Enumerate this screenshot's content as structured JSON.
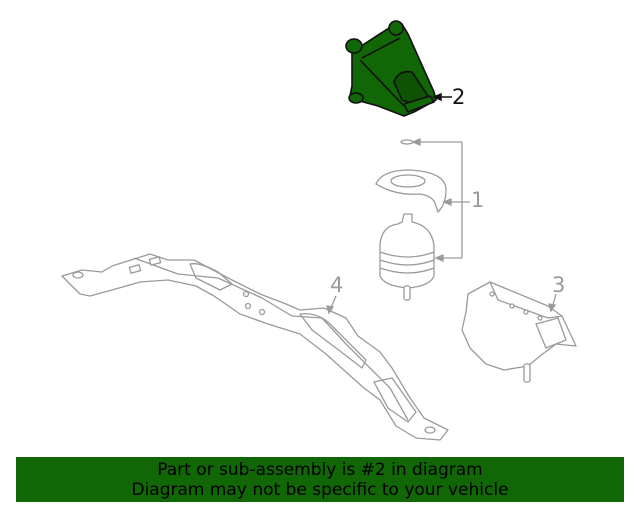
{
  "diagram": {
    "highlight_color": "#116605",
    "line_color": "#9a9a9a",
    "parts": [
      {
        "number": "1",
        "name": "engine-mount-assembly",
        "highlighted": false
      },
      {
        "number": "2",
        "name": "engine-mount-bracket",
        "highlighted": true
      },
      {
        "number": "3",
        "name": "transmission-mount",
        "highlighted": false
      },
      {
        "number": "4",
        "name": "crossmember",
        "highlighted": false
      }
    ]
  },
  "banner": {
    "line1": "Part or sub-assembly is #2 in diagram",
    "line2": "Diagram may not be specific to your vehicle",
    "background": "#116605"
  }
}
